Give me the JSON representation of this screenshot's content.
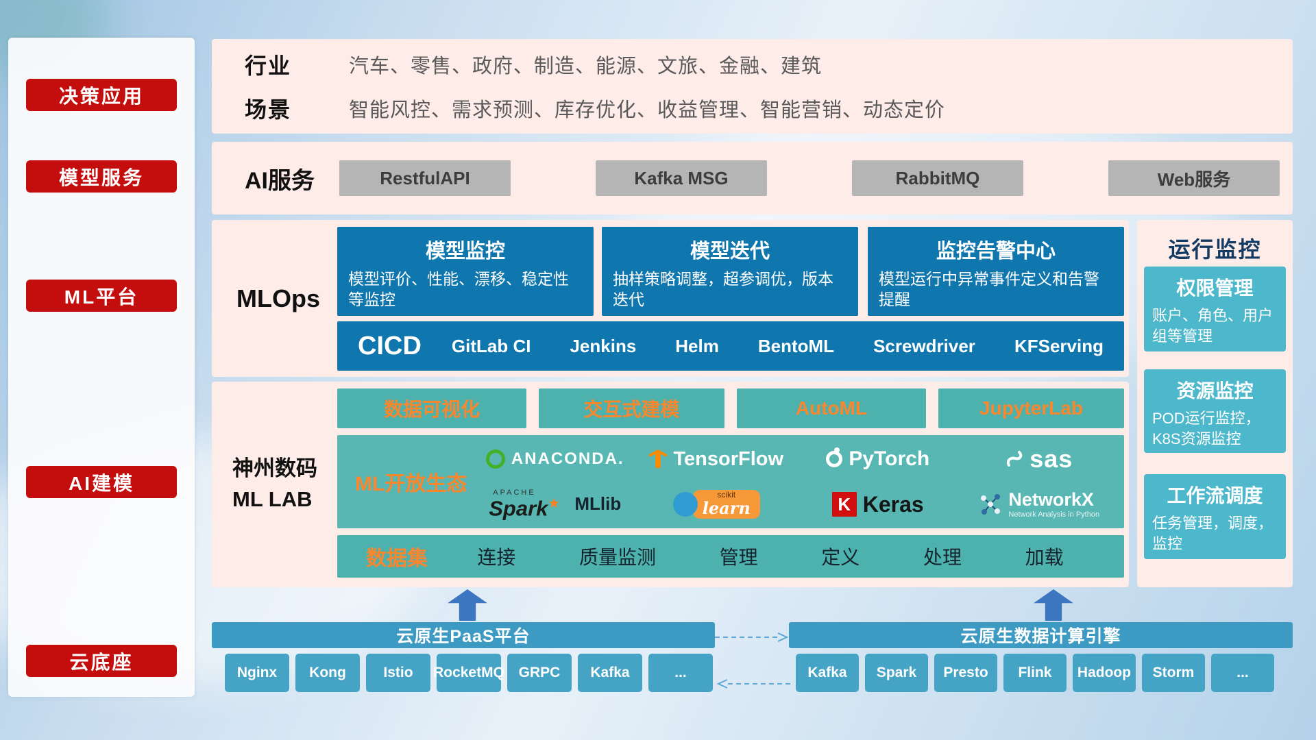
{
  "sidebar": {
    "items": [
      {
        "label": "决策应用"
      },
      {
        "label": "模型服务"
      },
      {
        "label": "ML平台"
      },
      {
        "label": "AI建模"
      },
      {
        "label": "云底座"
      }
    ]
  },
  "industry": {
    "rows": [
      {
        "label": "行业",
        "value": "汽车、零售、政府、制造、能源、文旅、金融、建筑"
      },
      {
        "label": "场景",
        "value": "智能风控、需求预测、库存优化、收益管理、智能营销、动态定价"
      }
    ]
  },
  "ai_service": {
    "label": "AI服务",
    "items": [
      "RestfulAPI",
      "Kafka MSG",
      "RabbitMQ",
      "Web服务"
    ]
  },
  "mlops": {
    "label": "MLOps",
    "cards": [
      {
        "title": "模型监控",
        "desc": "模型评价、性能、漂移、稳定性等监控"
      },
      {
        "title": "模型迭代",
        "desc": "抽样策略调整，超参调优，版本迭代"
      },
      {
        "title": "监控告警中心",
        "desc": "模型运行中异常事件定义和告警提醒"
      }
    ],
    "cicd_label": "CICD",
    "cicd_items": [
      "GitLab CI",
      "Jenkins",
      "Helm",
      "BentoML",
      "Screwdriver",
      "KFServing"
    ]
  },
  "mllab": {
    "label_line1": "神州数码",
    "label_line2": "ML LAB",
    "tools": [
      "数据可视化",
      "交互式建模",
      "AutoML",
      "JupyterLab"
    ],
    "ecosystem_label": "ML开放生态",
    "logos": {
      "anaconda": "ANACONDA.",
      "tensorflow": "TensorFlow",
      "pytorch": "PyTorch",
      "sas": "sas",
      "spark_top": "APACHE",
      "spark": "Spark",
      "spark_star": "★",
      "spark_suffix": "MLlib",
      "sklearn_top": "scikit",
      "sklearn": "learn",
      "keras_letter": "K",
      "keras": "Keras",
      "networkx": "NetworkX",
      "networkx_sub": "Network Analysis in Python"
    },
    "dataset_label": "数据集",
    "dataset_items": [
      "连接",
      "质量监测",
      "管理",
      "定义",
      "处理",
      "加载"
    ]
  },
  "monitoring": {
    "title": "运行监控",
    "cards": [
      {
        "title": "权限管理",
        "desc": "账户、角色、用户组等管理"
      },
      {
        "title": "资源监控",
        "desc": "POD运行监控，K8S资源监控"
      },
      {
        "title": "工作流调度",
        "desc": "任务管理，调度，监控"
      }
    ]
  },
  "bottom": {
    "paas_title": "云原生PaaS平台",
    "paas_items": [
      "Nginx",
      "Kong",
      "Istio",
      "RocketMQ",
      "GRPC",
      "Kafka",
      "..."
    ],
    "engine_title": "云原生数据计算引擎",
    "engine_items": [
      "Kafka",
      "Spark",
      "Presto",
      "Flink",
      "Hadoop",
      "Storm",
      "..."
    ]
  },
  "colors": {
    "accent_red": "#c40d0d",
    "panel_pink": "#fdece8",
    "deep_blue": "#0f76ae",
    "teal": "#4db1ad",
    "teal_light": "#58b7b3",
    "orange": "#f8872e",
    "card_blue": "#4db7cb",
    "bar_blue": "#3d9ac2",
    "arrow_blue": "#3c76c0"
  }
}
